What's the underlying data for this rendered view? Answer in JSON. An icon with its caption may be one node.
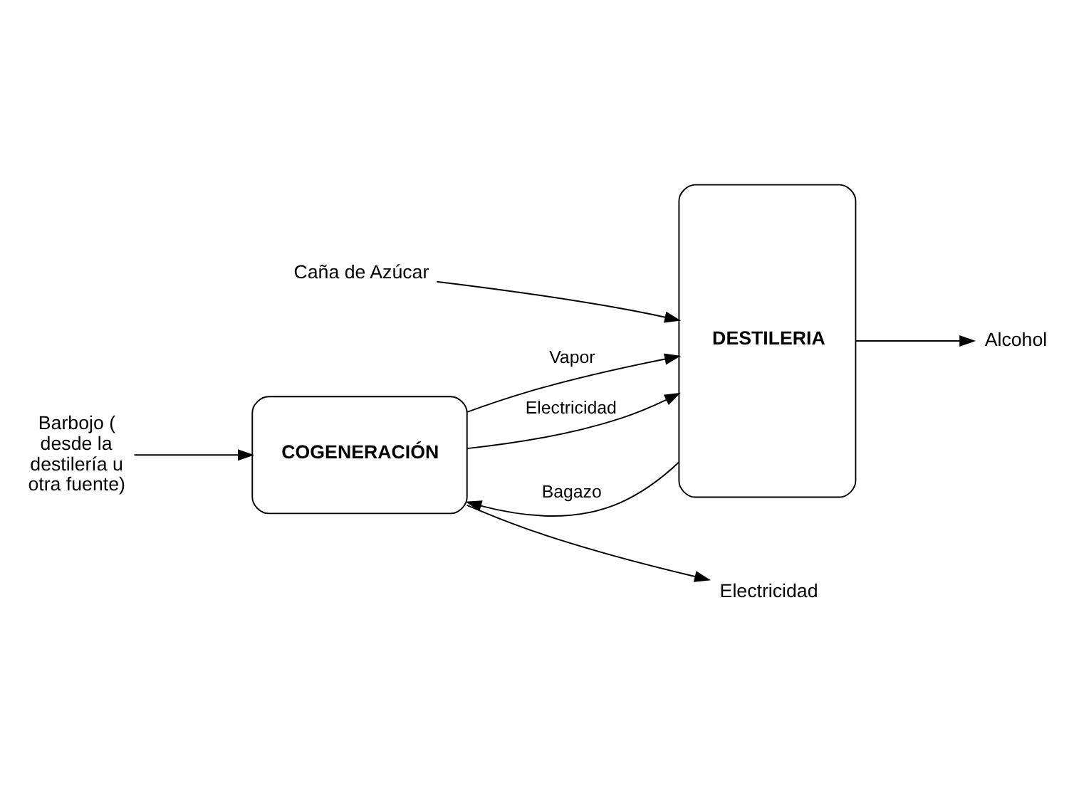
{
  "diagram": {
    "nodes": [
      {
        "text": [
          "COGENERACIÓN"
        ]
      },
      {
        "text": [
          "DESTILERIA"
        ]
      },
      {
        "text": [
          "Caña de Azúcar"
        ]
      },
      {
        "text": [
          "Barbojo ( desde la destilería u otra fuente)"
        ]
      },
      {
        "text": [
          "Electricidad"
        ]
      },
      {
        "text": [
          "Alcohol"
        ]
      }
    ],
    "edges": [
      {
        "from": 1,
        "to": 0,
        "arrow": "to",
        "label": "Bagazo"
      },
      {
        "from": 0,
        "to": 1,
        "arrow": "to",
        "label": "Vapor"
      },
      {
        "from": 0,
        "to": 1,
        "arrow": "to",
        "label": "Electricidad"
      },
      {
        "from": 2,
        "to": 1,
        "arrow": "to"
      },
      {
        "from": 3,
        "to": 0,
        "arrow": "to"
      },
      {
        "from": 0,
        "to": 4,
        "arrow": "to"
      },
      {
        "from": 1,
        "to": 5,
        "arrow": "to"
      }
    ]
  }
}
